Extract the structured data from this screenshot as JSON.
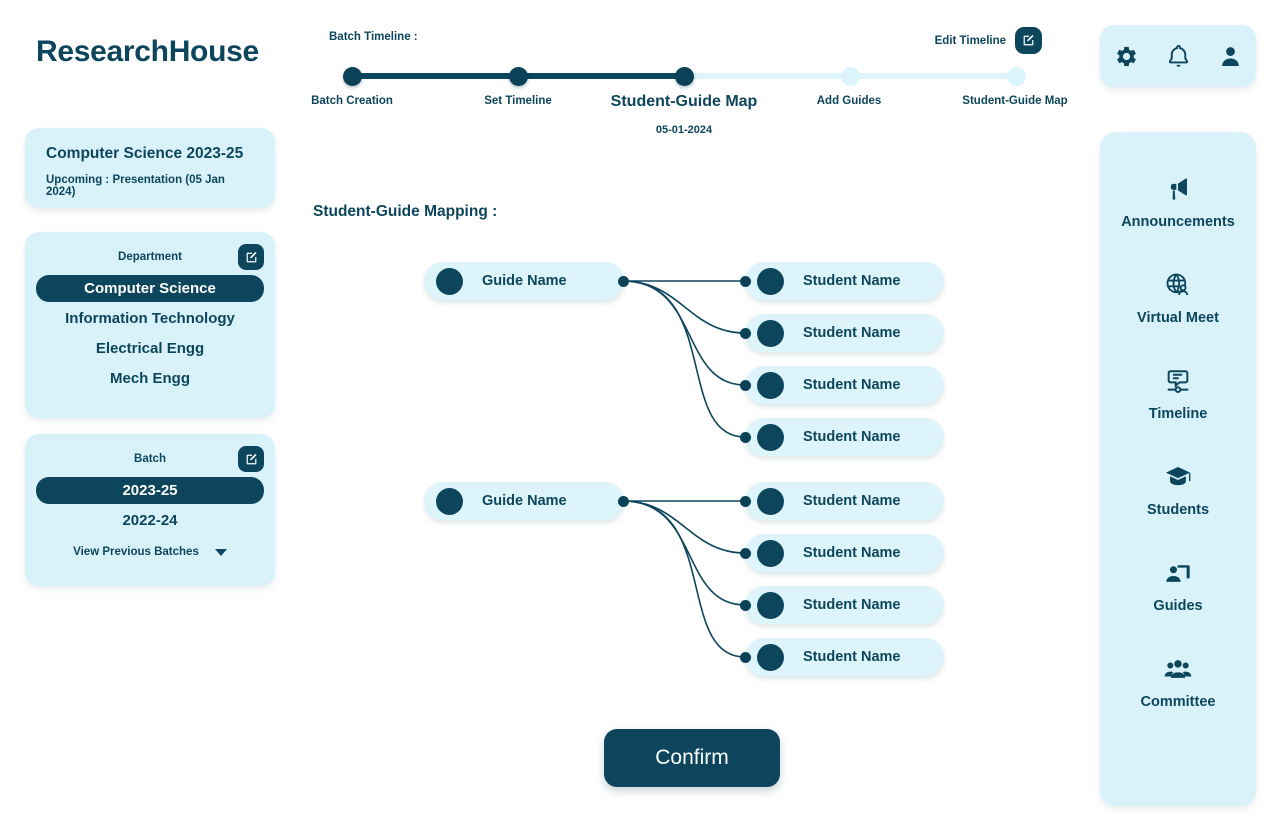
{
  "brand": "ResearchHouse",
  "batch_info": {
    "title": "Computer Science 2023-25",
    "subtitle": "Upcoming : Presentation (05 Jan 2024)"
  },
  "department_card": {
    "heading": "Department",
    "edit_icon": "edit-pencil-icon",
    "options": [
      "Computer Science",
      "Information Technology",
      "Electrical Engg",
      "Mech Engg"
    ],
    "selected": "Computer Science"
  },
  "batch_card": {
    "heading": "Batch",
    "edit_icon": "edit-pencil-icon",
    "options": [
      "2023-25",
      "2022-24"
    ],
    "selected": "2023-25",
    "view_previous": "View Previous Batches",
    "caret_icon": "chevron-down-icon"
  },
  "timeline": {
    "label": "Batch Timeline :",
    "edit_label": "Edit Timeline",
    "edit_icon": "edit-pencil-icon",
    "active_index": 2,
    "active_date": "05-01-2024",
    "steps": [
      {
        "label": "Batch Creation",
        "state": "done"
      },
      {
        "label": "Set Timeline",
        "state": "done"
      },
      {
        "label": "Student-Guide Map",
        "state": "active"
      },
      {
        "label": "Add Guides",
        "state": "todo"
      },
      {
        "label": "Student-Guide Map",
        "state": "todo"
      }
    ]
  },
  "main": {
    "title": "Student-Guide Mapping :",
    "confirm_label": "Confirm",
    "groups": [
      {
        "guide": "Guide Name",
        "students": [
          "Student Name",
          "Student Name",
          "Student Name",
          "Student Name"
        ]
      },
      {
        "guide": "Guide Name",
        "students": [
          "Student Name",
          "Student Name",
          "Student Name",
          "Student Name"
        ]
      }
    ]
  },
  "topbar": {
    "items": [
      {
        "name": "settings",
        "icon": "gear-icon"
      },
      {
        "name": "notifications",
        "icon": "bell-icon"
      },
      {
        "name": "profile",
        "icon": "user-icon"
      }
    ]
  },
  "right_nav": {
    "items": [
      {
        "label": "Announcements",
        "icon": "megaphone-icon"
      },
      {
        "label": "Virtual Meet",
        "icon": "globe-user-icon"
      },
      {
        "label": "Timeline",
        "icon": "timeline-icon"
      },
      {
        "label": "Students",
        "icon": "graduation-cap-icon"
      },
      {
        "label": "Guides",
        "icon": "presenter-icon"
      },
      {
        "label": "Committee",
        "icon": "people-group-icon"
      }
    ]
  },
  "colors": {
    "dark_teal": "#0d465c",
    "pale_cyan": "#d9f2f9",
    "faint_cyan": "#dcf4fa",
    "white": "#ffffff"
  }
}
